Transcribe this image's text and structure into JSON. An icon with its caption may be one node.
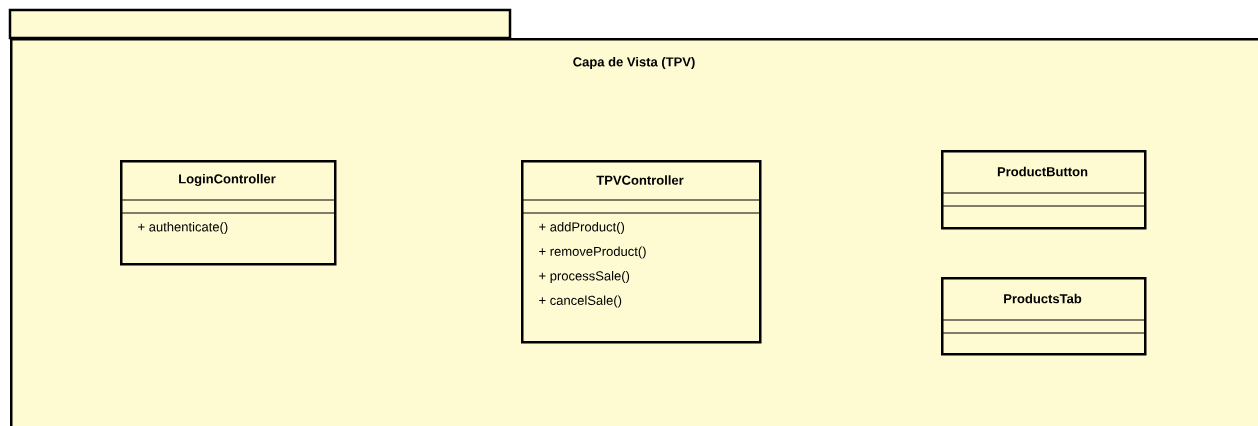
{
  "diagram": {
    "nodes": [
      {
        "text": [
          "Capa de Vista (TPV)"
        ]
      },
      {
        "text": [
          "LoginController",
          "+ authenticate()"
        ],
        "in": 0
      },
      {
        "text": [
          "TPVController",
          "+ addProduct()",
          "+ removeProduct()",
          "+ processSale()",
          "+ cancelSale()"
        ],
        "in": 0
      },
      {
        "text": [
          "ProductButton"
        ],
        "in": 0
      },
      {
        "text": [
          "ProductsTab"
        ],
        "in": 0
      }
    ]
  }
}
